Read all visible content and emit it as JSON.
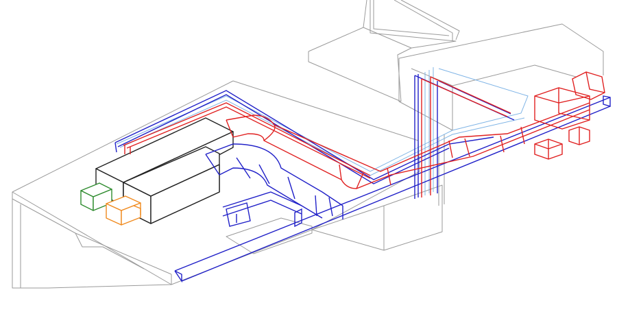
{
  "colors": {
    "background": "#ffffff",
    "architecture": "#9a9a9a",
    "equipment": "#222222",
    "supply_duct": "#e02020",
    "return_duct": "#2020c8",
    "light_pipe": "#7fb4e6",
    "green_unit": "#2e8b2e",
    "orange_unit": "#f08a1e"
  },
  "elements": {
    "building": "building-shell",
    "equipment": [
      "air-handling-unit-left",
      "air-handling-unit-right",
      "green-unit",
      "orange-unit"
    ],
    "ducts": [
      "supply-duct-run",
      "return-duct-run",
      "return-branch-bottom",
      "supply-trunk-right",
      "vertical-riser"
    ]
  }
}
